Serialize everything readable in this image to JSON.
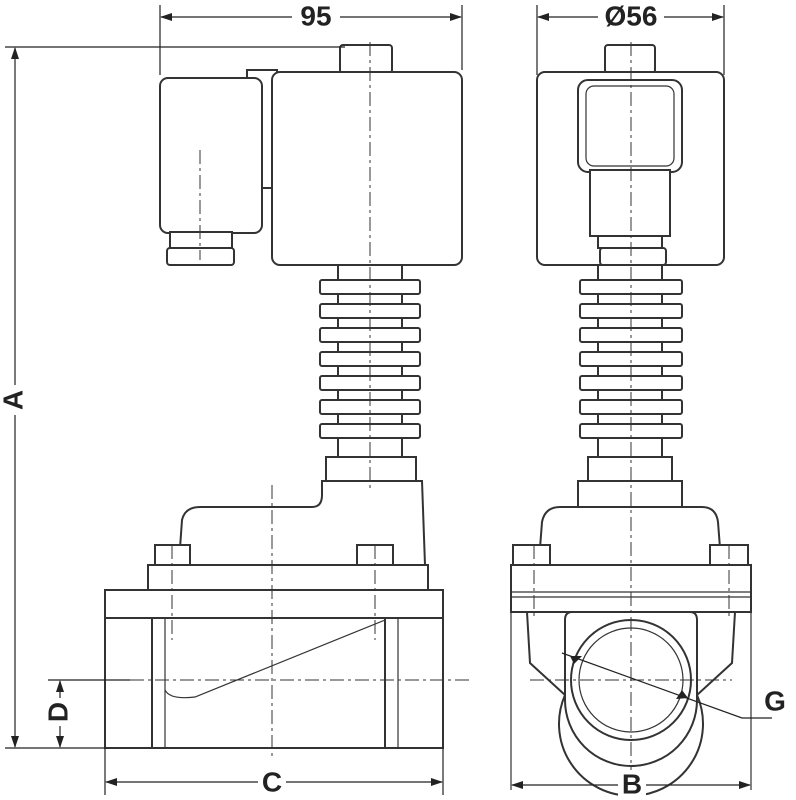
{
  "title": "Solenoid valve dimensional drawing",
  "dimensions": {
    "width": "95",
    "diameter": "Ø56",
    "height": "A",
    "side_width": "B",
    "length": "C",
    "axis_height": "D",
    "port_thread": "G"
  }
}
